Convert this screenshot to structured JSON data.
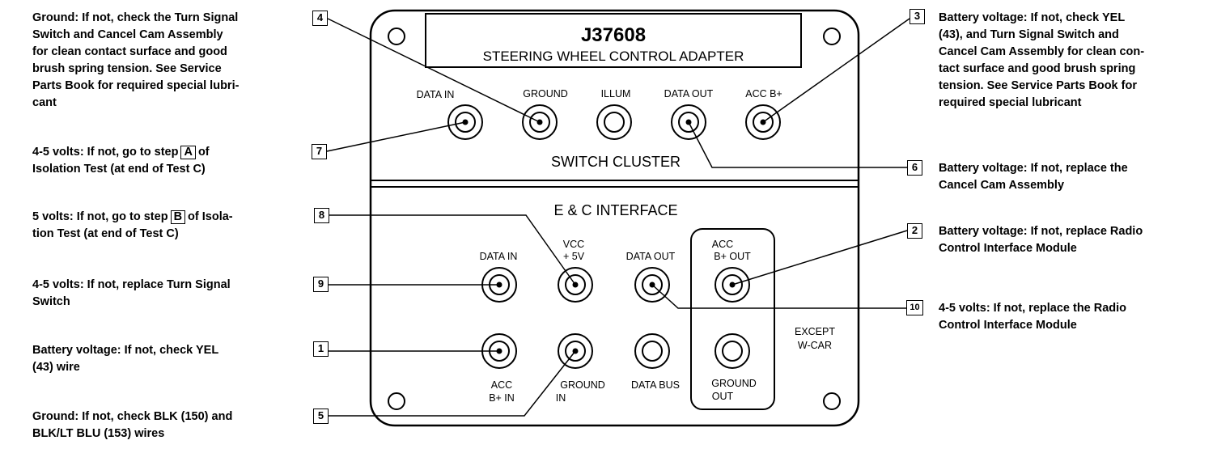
{
  "adapter": {
    "part_number": "J37608",
    "name": "STEERING WHEEL CONTROL ADAPTER"
  },
  "switch_cluster": {
    "title": "SWITCH CLUSTER",
    "jacks": [
      "DATA IN",
      "GROUND",
      "ILLUM",
      "DATA OUT",
      "ACC B+"
    ]
  },
  "ec_interface": {
    "title": "E & C INTERFACE",
    "top_labels": {
      "data_in": "DATA IN",
      "vcc": "VCC",
      "vcc_value": "+ 5V",
      "data_out": "DATA OUT",
      "acc": "ACC",
      "acc_b_out": "B+ OUT"
    },
    "bottom_labels": {
      "acc": "ACC",
      "acc_b_in": "B+ IN",
      "ground": "GROUND",
      "ground_in": "IN",
      "data_bus": "DATA BUS",
      "ground_out_1": "GROUND",
      "ground_out_2": "OUT"
    },
    "except_label_1": "EXCEPT",
    "except_label_2": "W-CAR"
  },
  "steps": {
    "s1": "1",
    "s2": "2",
    "s3": "3",
    "s4": "4",
    "s5": "5",
    "s6": "6",
    "s7": "7",
    "s8": "8",
    "s9": "9",
    "s10": "10"
  },
  "notes": {
    "n4": "Ground: If not, check the Turn Signal\nSwitch and Cancel Cam Assembly\nfor clean contact surface and good\nbrush spring tension. See Service\nParts Book for required special lubri-\ncant",
    "n7_pre": "4-5 volts: If not, go to step",
    "n7_step": "A",
    "n7_post": "of\nIsolation Test (at end of Test C)",
    "n8_pre": "5 volts: If not, go to step",
    "n8_step": "B",
    "n8_post": "of Isola-\ntion Test (at end of Test C)",
    "n9": "4-5 volts: If not, replace Turn Signal\nSwitch",
    "n1": "Battery voltage: If not, check YEL\n(43) wire",
    "n5": "Ground: If not, check BLK (150) and\nBLK/LT BLU (153) wires",
    "n3": "Battery voltage: If not, check YEL\n(43), and Turn Signal Switch and\nCancel Cam Assembly for clean con-\ntact surface and good brush spring\ntension. See Service Parts Book for\nrequired special lubricant",
    "n6": "Battery voltage: If not, replace the\nCancel Cam Assembly",
    "n2": "Battery voltage: If not, replace Radio\nControl Interface Module",
    "n10": "4-5 volts: If not, replace the Radio\nControl Interface Module"
  }
}
